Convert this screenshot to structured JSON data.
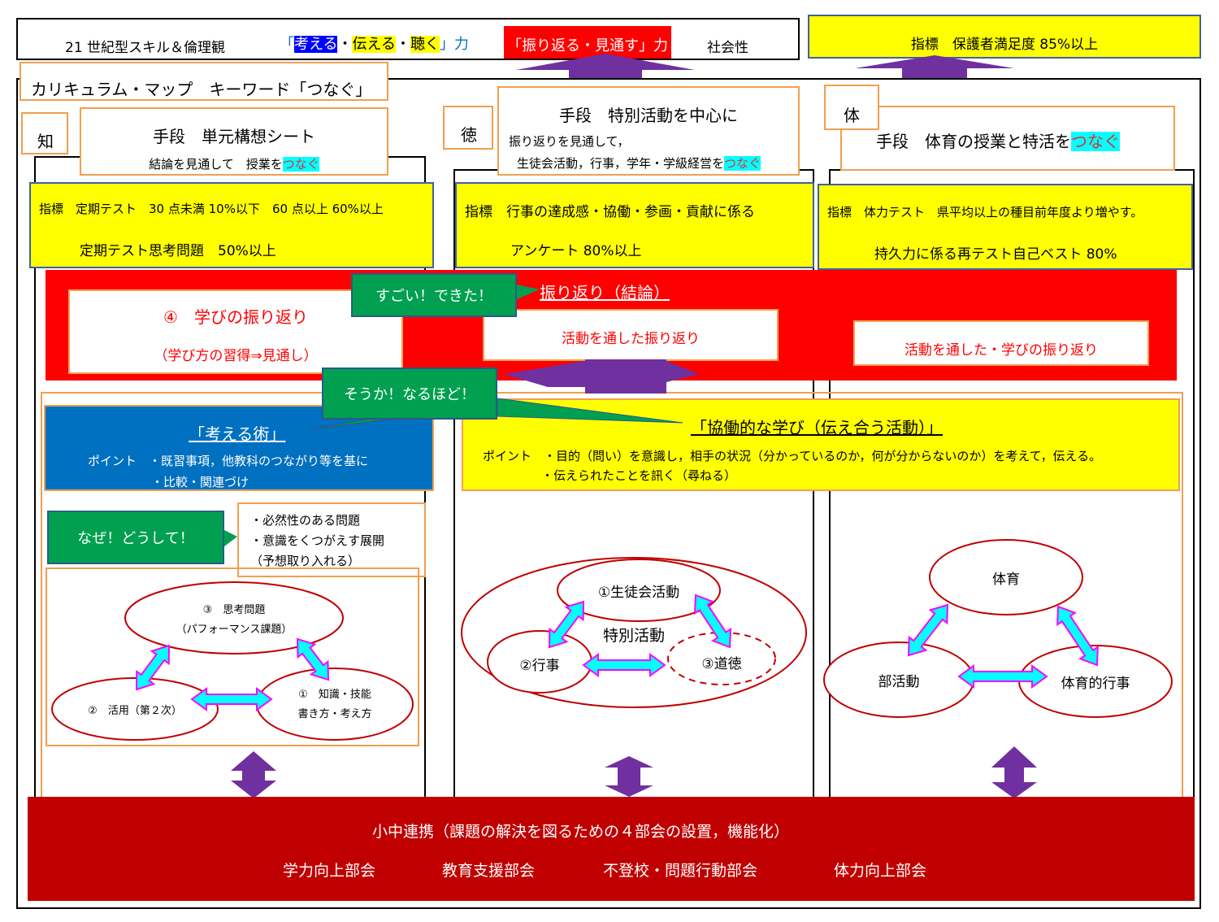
{
  "header": {
    "skills": "21 世紀型スキル＆倫理観",
    "think_open": "「",
    "think": "考える",
    "sep1": "・",
    "tell": "伝える",
    "sep2": "・",
    "listen": "聴く",
    "think_close": "」力",
    "reflect": "「振り返る・見通す」力",
    "social": "社会性"
  },
  "top_indicator": "指標　保護者満足度 85%以上",
  "title": "カリキュラム・マップ　キーワード「つなぐ」",
  "col1": {
    "label": "知",
    "means": "手段　単元構想シート",
    "means_sub_a": "結論を見通して　授業を",
    "means_sub_hl": "つなぐ",
    "ind_1": "指標　定期テスト　30 点未満 10%以下　60 点以上 60%以上",
    "ind_2": "定期テスト思考問題　50%以上",
    "reflect_title": "④　学びの振り返り",
    "reflect_sub": "（学び方の習得⇒見通し）"
  },
  "col2": {
    "label": "徳",
    "means": "手段　特別活動を中心に",
    "means_sub_1": "振り返りを見通して，",
    "means_sub_2a": "生徒会活動，行事，学年・学級経営を",
    "means_sub_hl": "つなぐ",
    "ind_1": "指標　行事の達成感・協働・参画・貢献に係る",
    "ind_2": "アンケート 80%以上",
    "reflect_head": "振り返り（結論）",
    "reflect_box": "活動を通した振り返り"
  },
  "col3": {
    "label": "体",
    "means_a": "手段　体育の授業と特活を",
    "means_hl": "つなぐ",
    "ind_1": "指標　体力テスト　県平均以上の種目前年度より増やす。",
    "ind_2": "持久力に係る再テスト自己ベスト 80%",
    "reflect_box": "活動を通した・学びの振り返り"
  },
  "bubbles": {
    "sugoi": "すごい！できた！",
    "souka": "そうか！なるほど！",
    "naze": "なぜ！どうして！"
  },
  "think_box": {
    "title": "「考える術」",
    "point_1": "ポイント　・既習事項，他教科のつながり等を基に",
    "point_2": "・比較・関連づけ"
  },
  "collab_box": {
    "title": "「協働的な学び（伝え合う活動）」",
    "point_1": "ポイント　・目的（問い）を意識し，相手の状況（分かっているのか，何が分からないのか）を考えて，伝える。",
    "point_2": "・伝えられたことを訊く（尋ねる）"
  },
  "problem_box": [
    "・必然性のある問題",
    "・意識をくつがえす展開",
    "（予想取り入れる）"
  ],
  "cycle1": {
    "n3a": "③　思考問題",
    "n3b": "（パフォーマンス課題）",
    "n2": "②　活用（第２次）",
    "n1a": "①　知識・技能",
    "n1b": "書き方・考え方"
  },
  "cycle2": {
    "center": "特別活動",
    "n1": "①生徒会活動",
    "n2": "②行事",
    "n3": "③道徳"
  },
  "cycle3": {
    "top": "体育",
    "left": "部活動",
    "right": "体育的行事"
  },
  "bottom": {
    "title": "小中連携（課題の解決を図るための４部会の設置，機能化）",
    "groups": [
      "学力向上部会",
      "教育支援部会",
      "不登校・問題行動部会",
      "体力向上部会"
    ]
  },
  "colors": {
    "yellow": "#ffff00",
    "red": "#ff0000",
    "dark_red": "#c00000",
    "purple": "#7030a0",
    "cyan": "#00ffff",
    "magenta": "#ff00ff",
    "green": "#00a050",
    "blue": "#0070c0",
    "orange": "#f0a050"
  }
}
